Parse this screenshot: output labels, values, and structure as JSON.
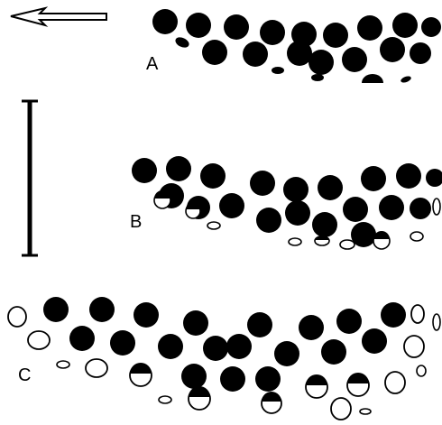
{
  "figure": {
    "panels": [
      {
        "label": "A"
      },
      {
        "label": "B"
      },
      {
        "label": "C"
      }
    ],
    "colors": {
      "ink": "#000000",
      "paper": "#ffffff"
    },
    "orientation_marker": "arrow-left-icon",
    "scale_bar": "scale-bar"
  }
}
